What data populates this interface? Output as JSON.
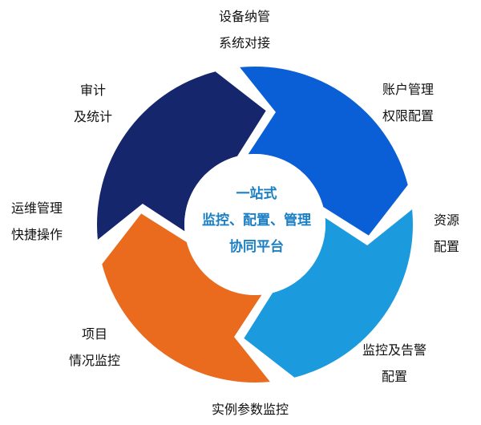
{
  "colors": {
    "segment_top_right": "#0a5fd6",
    "segment_bottom_right": "#1b9ade",
    "segment_bottom_left": "#ea6a1e",
    "segment_top_left": "#15266d",
    "center_text": "#1b7fc4"
  },
  "center": {
    "line1": "一站式",
    "line2": "监控、配置、管理",
    "line3": "协同平台"
  },
  "labels": {
    "device_mgmt": {
      "line1": "设备纳管",
      "line2": "系统对接"
    },
    "account_perm": {
      "line1": "账户管理",
      "line2": "权限配置"
    },
    "resource": {
      "line1": "资源",
      "line2": "配置"
    },
    "alert_config": {
      "line1": "监控及告警",
      "line2": "配置"
    },
    "instance_params": {
      "line1": "实例参数监控"
    },
    "project_status": {
      "line1": "项目",
      "line2": "情况监控"
    },
    "ops_mgmt": {
      "line1": "运维管理",
      "line2": "快捷操作"
    },
    "audit_stats": {
      "line1": "审计",
      "line2": "及统计"
    }
  }
}
